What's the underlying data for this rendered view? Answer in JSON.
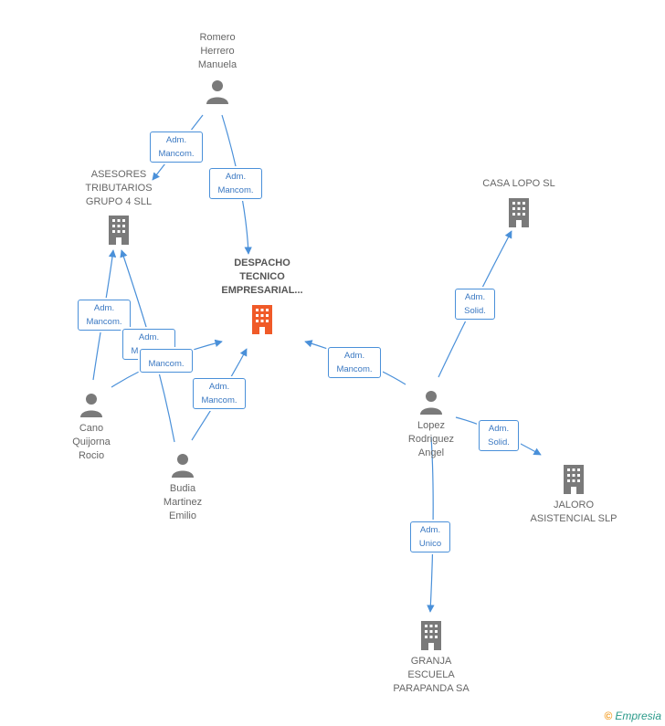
{
  "nodes": {
    "romero": {
      "label": "Romero\nHerrero\nManuela",
      "kind": "person"
    },
    "asesores": {
      "label": "ASESORES\nTRIBUTARIOS\nGRUPO 4  SLL",
      "kind": "company"
    },
    "despacho": {
      "label": "DESPACHO\nTECNICO\nEMPRESARIAL...",
      "kind": "company-main"
    },
    "casa_lopo": {
      "label": "CASA LOPO SL",
      "kind": "company"
    },
    "cano": {
      "label": "Cano\nQuijorna\nRocio",
      "kind": "person"
    },
    "budia": {
      "label": "Budia\nMartinez\nEmilio",
      "kind": "person"
    },
    "lopez": {
      "label": "Lopez\nRodriguez\nAngel",
      "kind": "person"
    },
    "jaloro": {
      "label": "JALORO\nASISTENCIAL  SLP",
      "kind": "company"
    },
    "granja": {
      "label": "GRANJA\nESCUELA\nPARAPANDA SA",
      "kind": "company"
    }
  },
  "badges": [
    {
      "text": "Adm.\nMancom."
    },
    {
      "text": "Adm.\nMancom."
    },
    {
      "text": "Adm.\nMancom."
    },
    {
      "text": "Adm.\nMancom."
    },
    {
      "text": "Mancom."
    },
    {
      "text": "Adm.\nMancom."
    },
    {
      "text": "Adm.\nMancom."
    },
    {
      "text": "Adm.\nSolid."
    },
    {
      "text": "Adm.\nSolid."
    },
    {
      "text": "Adm.\nUnico"
    }
  ],
  "colors": {
    "edge": "#4a90d9",
    "icon": "#7a7a7a",
    "main_icon": "#f05a28",
    "badge_text": "#3a78c2"
  },
  "watermark": {
    "symbol": "©",
    "brand": "Empresia"
  }
}
